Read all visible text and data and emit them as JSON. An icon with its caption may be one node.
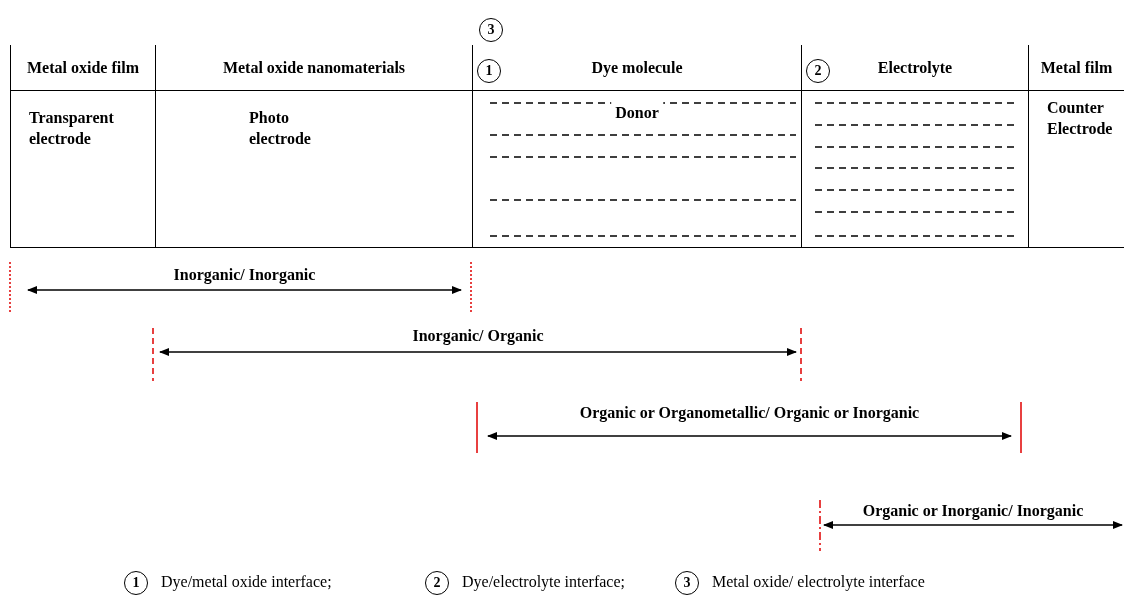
{
  "diagram": {
    "nodes": [
      {
        "text": [
          "3"
        ]
      },
      {
        "text": [
          "Metal oxide film",
          "Transparent electrode"
        ]
      },
      {
        "text": [
          "Metal oxide nanomaterials",
          "Photo electrode"
        ]
      },
      {
        "text": [
          "Dye molecule",
          "Donor"
        ]
      },
      {
        "text": [
          "1"
        ],
        "in": 3
      },
      {
        "text": [
          "Electrolyte"
        ]
      },
      {
        "text": [
          "2"
        ],
        "in": 5
      },
      {
        "text": [
          "Metal film",
          "Counter Electrode"
        ]
      },
      {
        "text": [
          "1"
        ],
        "beside": [
          "Dye/metal oxide interface;"
        ]
      },
      {
        "text": [
          "2"
        ],
        "beside": [
          "Dye/electrolyte interface;"
        ]
      },
      {
        "text": [
          "3"
        ],
        "beside": [
          "Metal oxide/ electrolyte interface"
        ]
      }
    ],
    "edges": [],
    "labels": [
      "Inorganic/ Inorganic",
      "Inorganic/ Organic",
      "Organic or Organometallic/ Organic or Inorganic",
      "Organic or Inorganic/ Inorganic"
    ]
  }
}
